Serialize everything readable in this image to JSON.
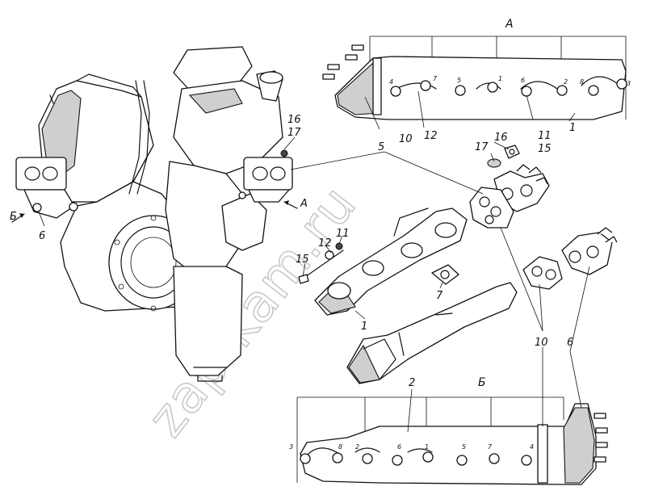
{
  "views": {
    "top": "A",
    "bottom": "Б",
    "engine_arrow_a": "A",
    "engine_arrow_b": "Б"
  },
  "watermark": "zap-kam.ru",
  "callouts": {
    "c1_upper": "1",
    "c1_mid": "1",
    "c2": "2",
    "c5": "5",
    "c6_left": "6",
    "c6_right": "6",
    "c7": "7",
    "c10_top": "10",
    "c10_right": "10",
    "c11_top": "11",
    "c11_mid": "11",
    "c12_top": "12",
    "c12_mid": "12",
    "c15_top": "15",
    "c15_mid": "15",
    "c16_engine": "16",
    "c16_nut": "16",
    "c17_engine": "17",
    "c17_nut": "17"
  },
  "bolt_order_top": [
    "4",
    "7",
    "5",
    "1",
    "6",
    "2",
    "8",
    "3"
  ],
  "bolt_order_bottom": [
    "3",
    "8",
    "2",
    "6",
    "1",
    "5",
    "7",
    "4"
  ]
}
